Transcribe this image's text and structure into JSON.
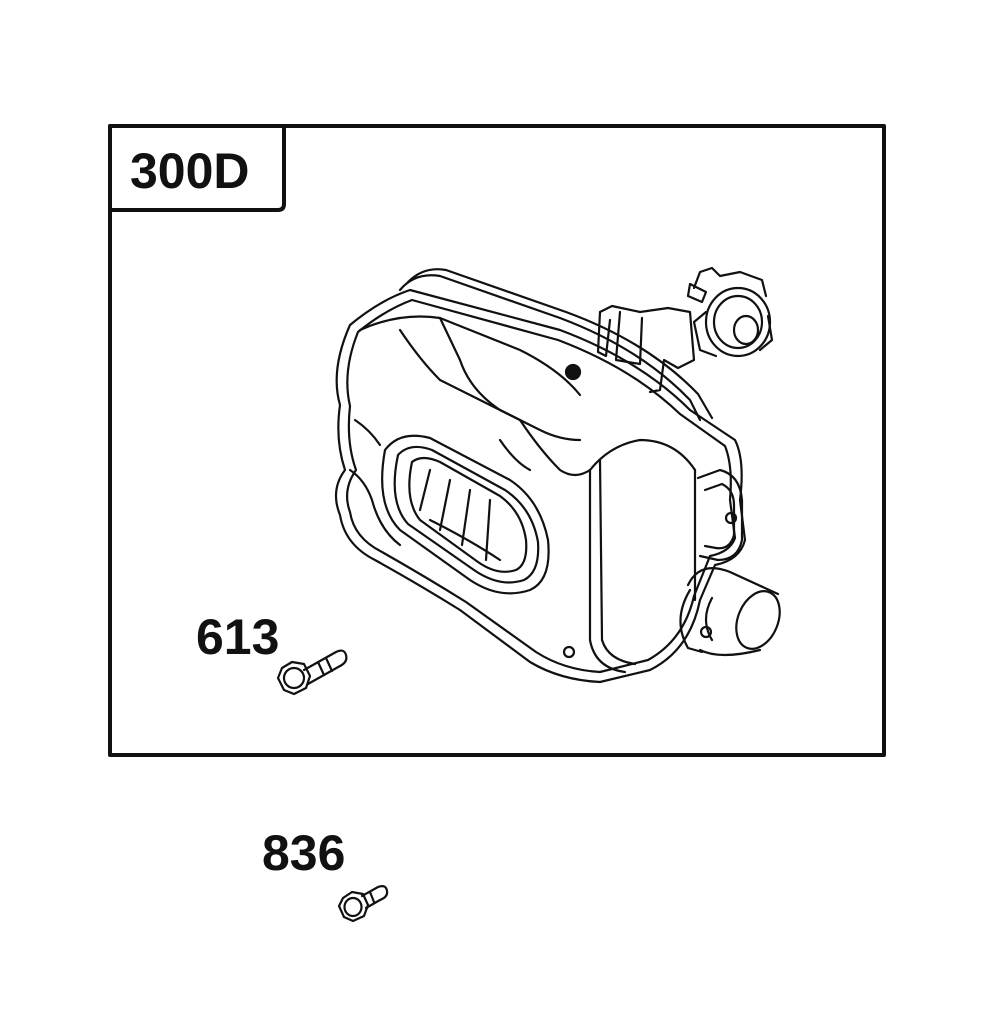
{
  "assembly": {
    "id": "300D"
  },
  "parts": [
    {
      "ref": "613"
    },
    {
      "ref": "836"
    }
  ],
  "colors": {
    "line": "#111111",
    "background": "#ffffff"
  },
  "icons": [
    "muffler-drawing",
    "bolt-613-icon",
    "bolt-836-icon"
  ]
}
